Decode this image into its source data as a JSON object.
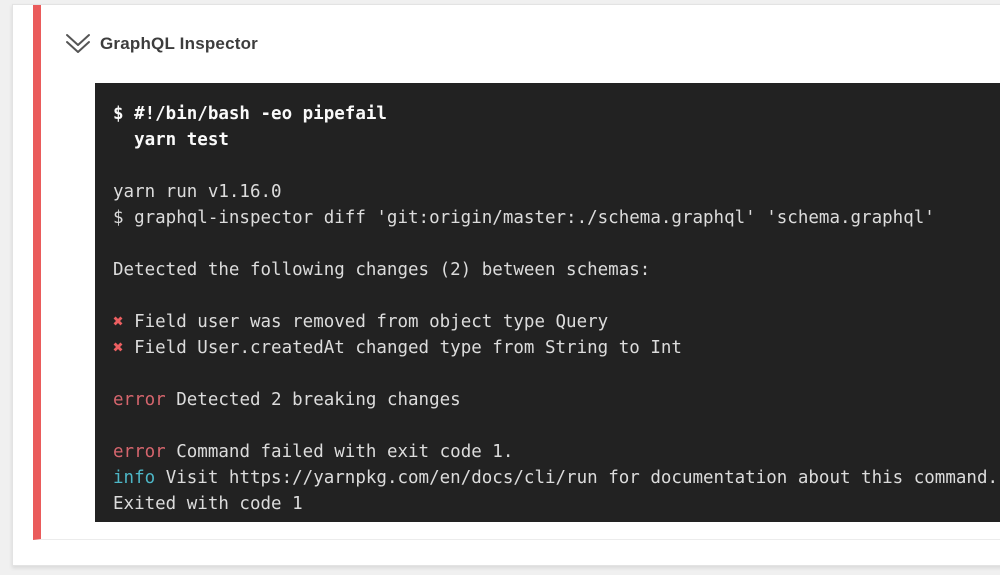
{
  "step": {
    "title": "GraphQL Inspector",
    "collapse_icon": "double-chevron-down-icon"
  },
  "colors": {
    "page_background": "#f0f0f0",
    "card_background": "#ffffff",
    "accent_red": "#ea5b5b",
    "terminal_background": "#222222",
    "terminal_text": "#dcdcdc",
    "terminal_text_bold": "#fafafa",
    "cross_red": "#ec5f61",
    "error_red": "#d5656d",
    "info_cyan": "#4db6c6"
  },
  "terminal": {
    "lines": [
      {
        "segments": [
          {
            "style": "bold",
            "text": "$ #!/bin/bash -eo pipefail"
          }
        ]
      },
      {
        "segments": [
          {
            "style": "bold",
            "text": "  yarn test"
          }
        ]
      },
      {
        "segments": []
      },
      {
        "segments": [
          {
            "style": "plain",
            "text": "yarn run v1.16.0"
          }
        ]
      },
      {
        "segments": [
          {
            "style": "plain",
            "text": "$ graphql-inspector diff 'git:origin/master:./schema.graphql' 'schema.graphql'"
          }
        ]
      },
      {
        "segments": []
      },
      {
        "segments": [
          {
            "style": "plain",
            "text": "Detected the following changes (2) between schemas:"
          }
        ]
      },
      {
        "segments": []
      },
      {
        "segments": [
          {
            "style": "cross",
            "text": "✖"
          },
          {
            "style": "plain",
            "text": " Field user was removed from object type Query"
          }
        ]
      },
      {
        "segments": [
          {
            "style": "cross",
            "text": "✖"
          },
          {
            "style": "plain",
            "text": " Field User.createdAt changed type from String to Int"
          }
        ]
      },
      {
        "segments": []
      },
      {
        "segments": [
          {
            "style": "error",
            "text": "error"
          },
          {
            "style": "plain",
            "text": " Detected 2 breaking changes"
          }
        ]
      },
      {
        "segments": []
      },
      {
        "segments": [
          {
            "style": "error",
            "text": "error"
          },
          {
            "style": "plain",
            "text": " Command failed with exit code 1."
          }
        ]
      },
      {
        "segments": [
          {
            "style": "info",
            "text": "info"
          },
          {
            "style": "plain",
            "text": " Visit https://yarnpkg.com/en/docs/cli/run for documentation about this command."
          }
        ]
      },
      {
        "segments": [
          {
            "style": "plain",
            "text": "Exited with code 1"
          }
        ]
      }
    ]
  }
}
